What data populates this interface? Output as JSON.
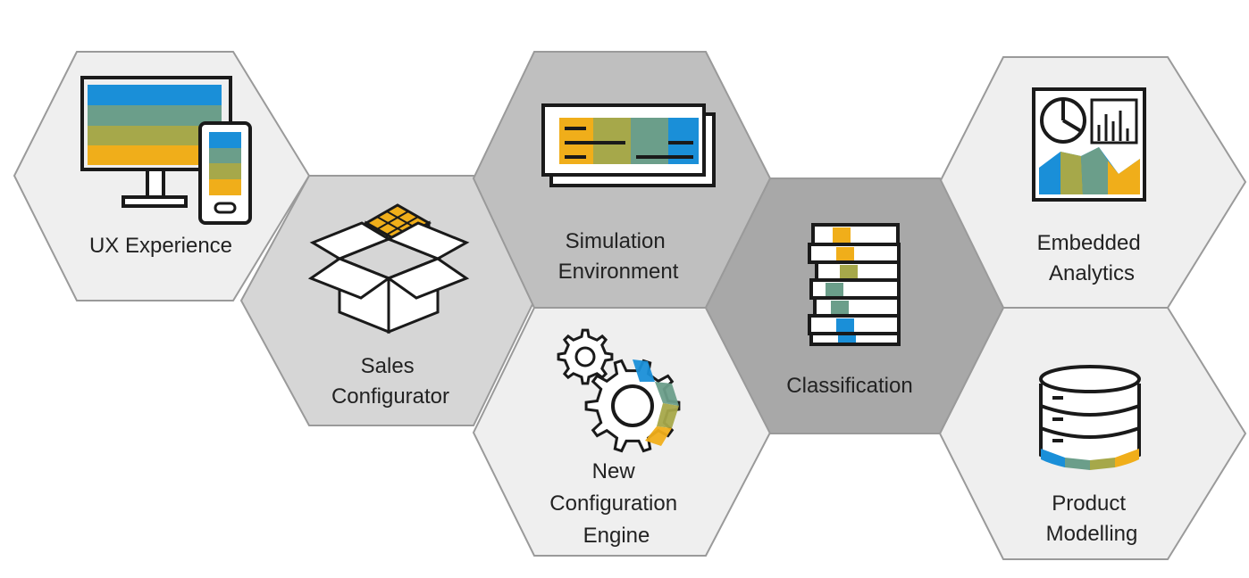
{
  "colors": {
    "hex_light": "#efefef",
    "hex_mid": "#d6d6d6",
    "hex_medium": "#bfbfbf",
    "hex_dark": "#a8a8a8",
    "hex_stroke": "#9a9a9a",
    "icon_stroke": "#1a1a1a",
    "blue": "#1a8fd8",
    "teal": "#6b9e8a",
    "olive": "#a6a84a",
    "yellow": "#f0ae1a"
  },
  "tiles": [
    {
      "id": "ux",
      "icon": "monitor-and-phone-icon",
      "label_lines": [
        "UX Experience"
      ]
    },
    {
      "id": "sales",
      "icon": "box-with-cube-icon",
      "label_lines": [
        "Sales",
        "Configurator"
      ]
    },
    {
      "id": "simulation",
      "icon": "window-with-bands-icon",
      "label_lines": [
        "Simulation",
        "Environment"
      ]
    },
    {
      "id": "engine",
      "icon": "gears-icon",
      "label_lines": [
        "New",
        "Configuration",
        "Engine"
      ]
    },
    {
      "id": "classification",
      "icon": "stacked-books-icon",
      "label_lines": [
        "Classification"
      ]
    },
    {
      "id": "analytics",
      "icon": "dashboard-charts-icon",
      "label_lines": [
        "Embedded",
        "Analytics"
      ]
    },
    {
      "id": "modelling",
      "icon": "database-icon",
      "label_lines": [
        "Product",
        "Modelling"
      ]
    }
  ]
}
